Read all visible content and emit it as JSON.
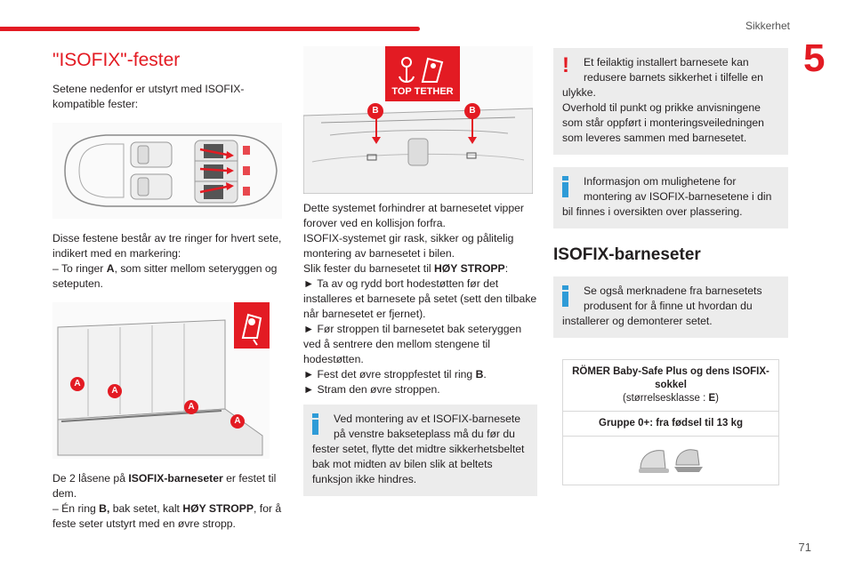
{
  "header": {
    "section": "Sikkerhet",
    "chapter": "5",
    "page": "71"
  },
  "col1": {
    "title": "\"ISOFIX\"-fester",
    "intro": "Setene nedenfor er utstyrt med ISOFIX-kompatible fester:",
    "rings_intro": "Disse festene består av tre ringer for hvert sete, indikert med en markering:",
    "item_a_pre": "– To ringer ",
    "item_a_letter": "A",
    "item_a_post": ", som sitter mellom seteryggen og seteputen.",
    "locks_pre": "De 2 låsene på ",
    "locks_bold": "ISOFIX-barneseter",
    "locks_post": " er festet til dem.",
    "item_b_pre": "– Én ring ",
    "item_b_letter": "B,",
    "item_b_mid": " bak setet, kalt ",
    "item_b_bold": "HØY STROPP",
    "item_b_post": ", for å feste seter utstyrt med en øvre stropp.",
    "markers": [
      "A",
      "A",
      "A",
      "A"
    ]
  },
  "col2": {
    "tether_label": "TOP TETHER",
    "markers": [
      "B",
      "B"
    ],
    "p1": "Dette systemet forhindrer at barnesetet vipper forover ved en kollisjon forfra.",
    "p2": "ISOFIX-systemet gir rask, sikker og pålitelig montering av barnesetet i bilen.",
    "p3_pre": "Slik fester du barnesetet til ",
    "p3_bold": "HØY STROPP",
    "p3_post": ":",
    "step1": "► Ta av og rydd bort hodestøtten før det installeres et barnesete på setet (sett den tilbake når barnesetet er fjernet).",
    "step2": "► Før stroppen til barnesetet bak seteryggen ved å sentrere den mellom stengene til hodestøtten.",
    "step3_pre": "► Fest det øvre stroppfestet til ring ",
    "step3_bold": "B",
    "step3_post": ".",
    "step4": "► Stram den øvre stroppen.",
    "info_first": "Ved montering av et ISOFIX-barnesete på venstre bakseteplass må du før du",
    "info_rest": "fester setet, flytte det midtre sikkerhetsbeltet bak mot midten av bilen slik at beltets funksjon ikke hindres."
  },
  "col3": {
    "warn_first": "Et feilaktig installert barnesete kan redusere barnets sikkerhet i tilfelle en",
    "warn_rest1": "ulykke.",
    "warn_rest2": "Overhold til punkt og prikke anvisningene som står oppført i monteringsveiledningen som leveres sammen med barnesetet.",
    "info1_first": "Informasjon om mulighetene for montering av ISOFIX-barnesetene i din",
    "info1_rest": "bil finnes i oversikten over plassering.",
    "heading": "ISOFIX-barneseter",
    "info2_first": "Se også merknadene fra barnesetets produsent for å finne ut hvordan du",
    "info2_rest": "installerer og demonterer setet.",
    "table_title": "RÖMER Baby-Safe Plus og dens ISOFIX-sokkel",
    "table_size_pre": "(størrelsesklasse : ",
    "table_size_bold": "E",
    "table_size_post": ")",
    "table_group": "Gruppe 0+: fra fødsel til 13 kg"
  },
  "colors": {
    "accent": "#e31b23",
    "info": "#2f9bd7",
    "box": "#ececec"
  }
}
